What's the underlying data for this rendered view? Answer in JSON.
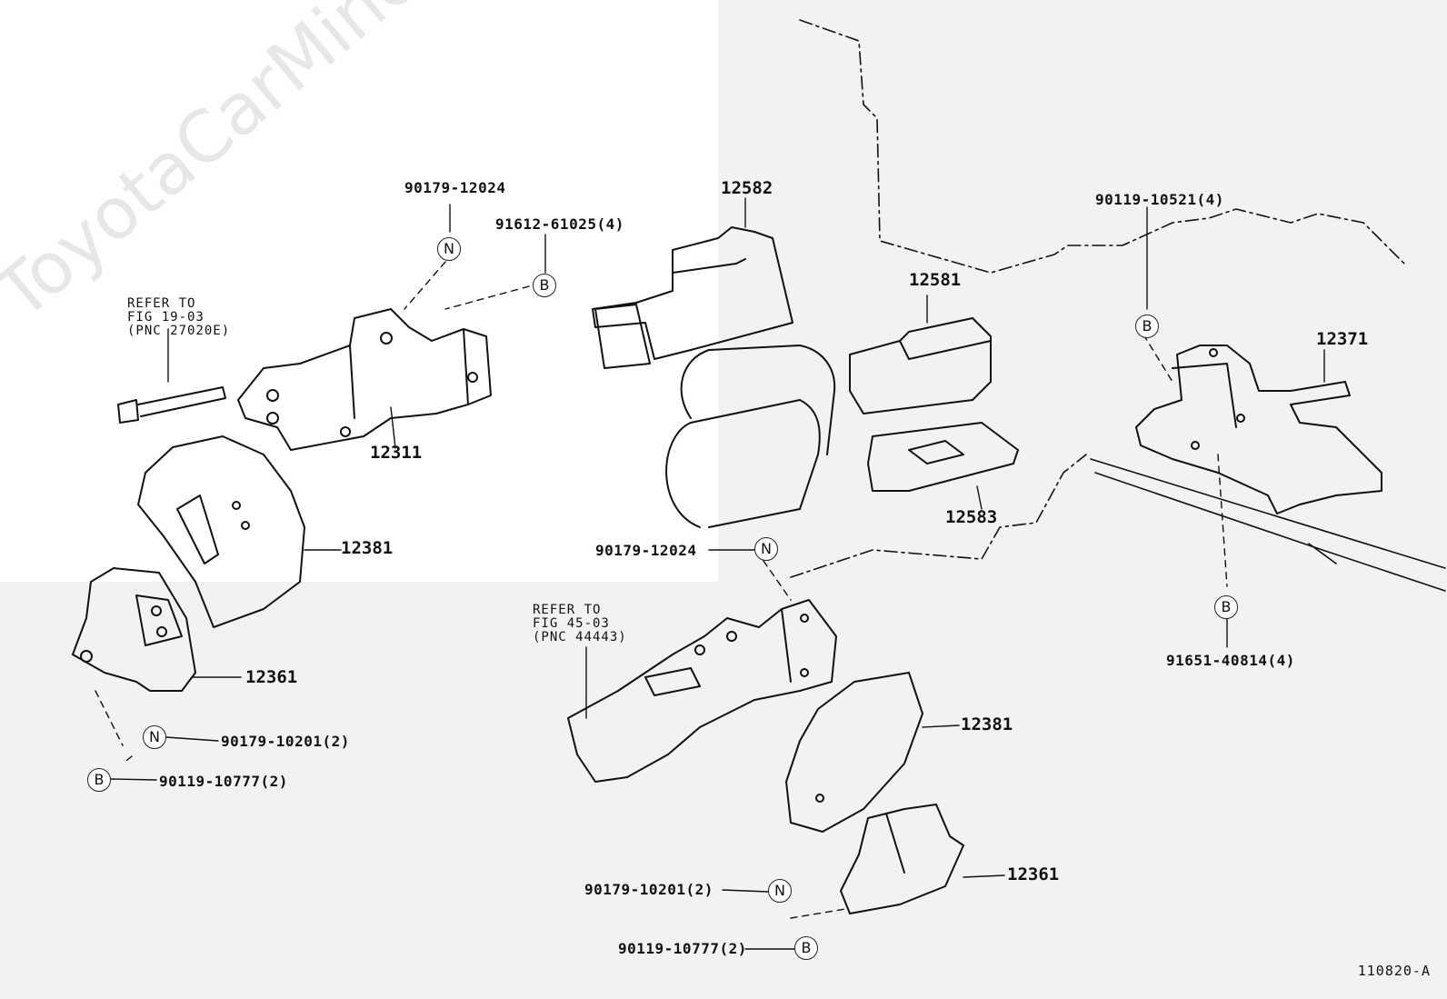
{
  "watermark": "ToyotaCarMine.ru",
  "figure_id": "110820-A",
  "left_assembly": {
    "part_12311": "12311",
    "part_12381": "12381",
    "part_12361": "12361",
    "bolt_top": "90179-12024",
    "bolt_top_badge": "N",
    "bolt_b": "91612-61025(4)",
    "bolt_b_badge": "B",
    "refer_note": "REFER TO\nFIG 19-03\n(PNC 27020E)",
    "nut_bottom": "90179-10201(2)",
    "nut_bottom_badge": "N",
    "bolt_bottom": "90119-10777(2)",
    "bolt_bottom_badge": "B"
  },
  "center_assembly": {
    "part_12582": "12582",
    "part_12581": "12581",
    "part_12583": "12583",
    "nut_mid": "90179-12024",
    "nut_mid_badge": "N",
    "refer_note": "REFER TO\nFIG 45-03\n(PNC 44443)",
    "part_12381": "12381",
    "part_12361": "12361",
    "nut_low": "90179-10201(2)",
    "nut_low_badge": "N",
    "bolt_low": "90119-10777(2)",
    "bolt_low_badge": "B"
  },
  "right_assembly": {
    "bolt_top": "90119-10521(4)",
    "bolt_top_badge": "B",
    "part_12371": "12371",
    "bolt_bottom_badge": "B",
    "bolt_bottom": "91651-40814(4)"
  }
}
